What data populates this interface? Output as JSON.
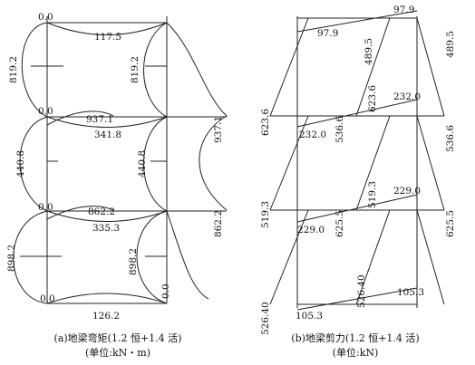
{
  "moment_diagram": {
    "caption": "(a)地梁弯矩(1.2 恒+1.4 活)",
    "unit": "(单位:kN・m)",
    "labels": {
      "top_left_zero": "0.0",
      "top_span": "117.5",
      "top_left_support": "819.2",
      "top_right_support": "819.2",
      "mid_upper_zero": "0.0",
      "mid_upper_center": "937.1",
      "mid_upper_right": "937.1",
      "mid_upper_span": "341.8",
      "mid_left_support": "440.8",
      "mid_right_support": "440.8",
      "mid_lower_center": "862.2",
      "mid_lower_right": "862.2",
      "mid_lower_zero": "0.0",
      "mid_lower_span": "335.3",
      "bot_left_support": "898.2",
      "bot_right_support": "898.2",
      "bot_left_zero": "0.0",
      "bot_right_zero": "0.0",
      "bot_span": "126.2"
    }
  },
  "shear_diagram": {
    "caption": "(b)地梁剪力(1.2 恒+1.4 活)",
    "unit": "(单位:kN)",
    "labels": {
      "top_right": "97.9",
      "top_left": "97.9",
      "top_mid": "489.5",
      "top_far_right": "489.5",
      "row1_left": "623.6",
      "row1_mid": "623.6",
      "row1_right": "232.0",
      "row1_left_inner": "232.0",
      "row1_mid_lower": "536.6",
      "row1_far_right": "536.6",
      "row2_left": "519.3",
      "row2_mid": "519.3",
      "row2_right": "229.0",
      "row2_left_inner": "229.0",
      "row2_mid_lower": "625.5",
      "row2_far_right": "625.5",
      "bot_left": "526.40",
      "bot_mid": "526.40",
      "bot_right_inner": "105.3",
      "bot_left_bottom": "105.3"
    }
  }
}
